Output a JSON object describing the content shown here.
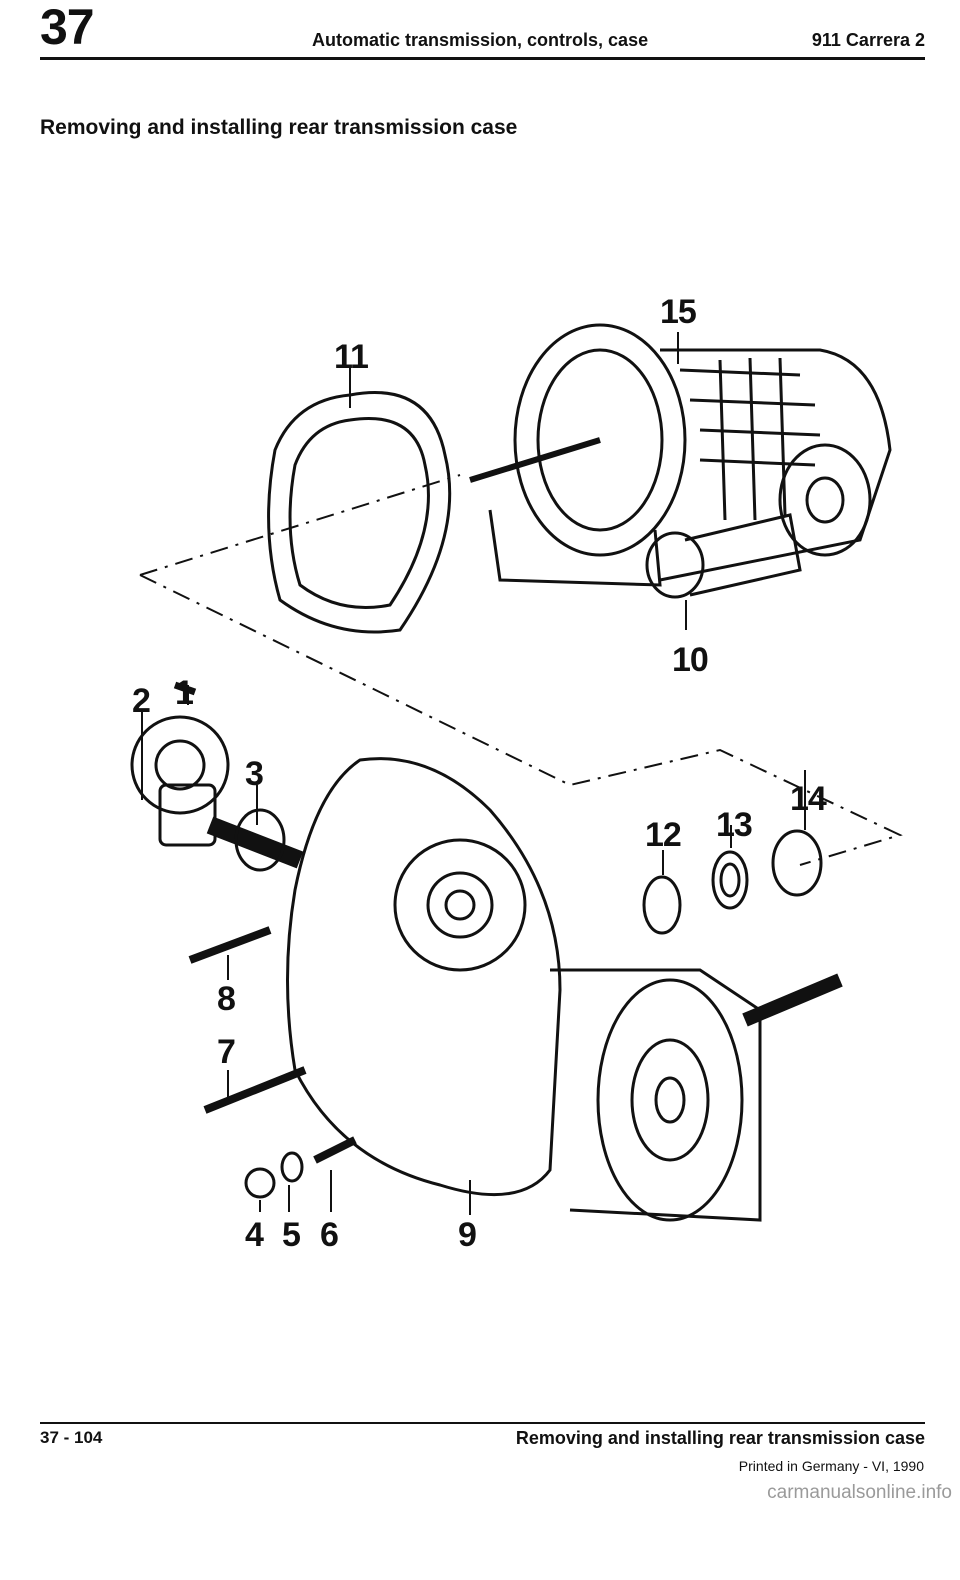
{
  "header": {
    "chapter": "37",
    "title": "Automatic transmission, controls, case",
    "model": "911 Carrera 2"
  },
  "section_title": "Removing and installing rear transmission case",
  "callouts": {
    "c1": "1",
    "c2": "2",
    "c3": "3",
    "c4": "4",
    "c5": "5",
    "c6": "6",
    "c7": "7",
    "c8": "8",
    "c9": "9",
    "c10": "10",
    "c11": "11",
    "c12": "12",
    "c13": "13",
    "c14": "14",
    "c15": "15"
  },
  "footer": {
    "page_number": "37 - 104",
    "title": "Removing and installing rear transmission case",
    "printed": "Printed in Germany - VI, 1990"
  },
  "watermark": "carmanualsonline.info"
}
